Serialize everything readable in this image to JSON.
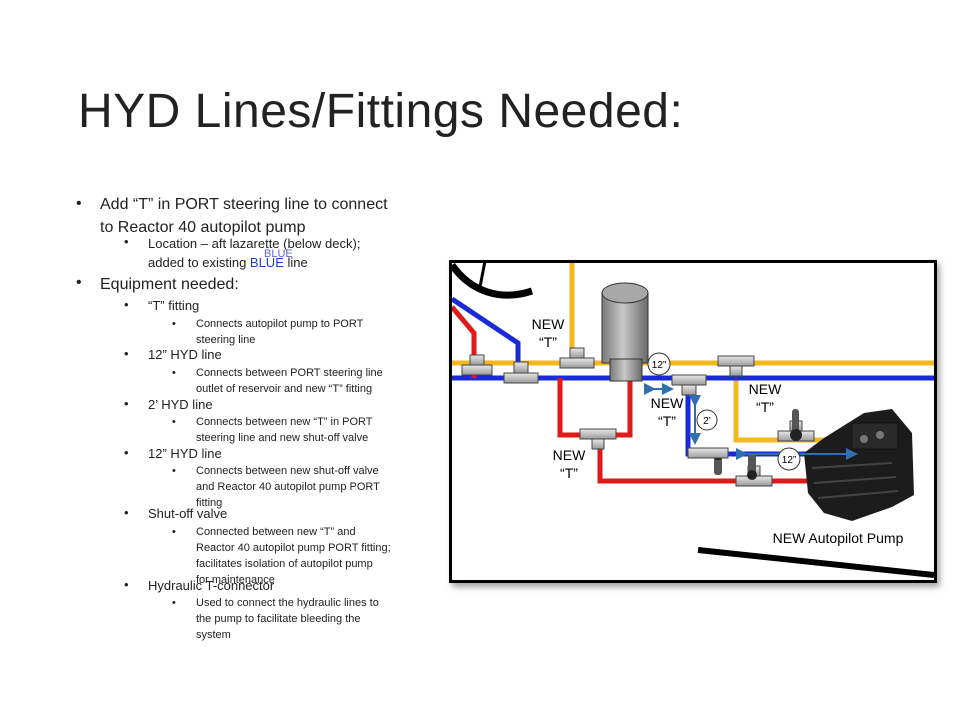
{
  "slide": {
    "title": "HYD Lines/Fittings Needed:"
  },
  "bullets": {
    "b1_line1": "Add “T” in PORT steering line to connect",
    "b1_line2": "to Reactor 40 autopilot pump",
    "b1_sub_line1": "Location – aft lazarette (below deck);",
    "b1_sub_line2_prefix": "added to existing ",
    "b1_sub_line2_blue": "BLUE",
    "b1_sub_line2_suffix": " line",
    "blue_ghost": "BLUE",
    "b2": "Equipment needed:",
    "items": [
      {
        "label": "“T” fitting",
        "desc": [
          "Connects autopilot pump to PORT",
          "steering line"
        ]
      },
      {
        "label": "12” HYD line",
        "desc": [
          "Connects between  PORT steering  line",
          "outlet of reservoir and new “T” fitting"
        ]
      },
      {
        "label": "2’ HYD line",
        "desc": [
          "Connects between  new “T” in PORT",
          "steering line and new shut-off valve"
        ]
      },
      {
        "label": "12” HYD line",
        "desc": [
          "Connects between  new shut-off valve",
          "and Reactor 40 autopilot pump PORT",
          "fitting"
        ]
      },
      {
        "label": "Shut-off  valve",
        "desc": [
          "Connected  between  new  “T”  and",
          "Reactor 40 autopilot pump PORT fitting;",
          "facilitates isolation of autopilot pump",
          "for maintenance"
        ]
      },
      {
        "label": "Hydraulic T-connector",
        "desc": [
          "Used to connect the hydraulic lines to",
          "the pump to facilitate bleeding the",
          "system"
        ]
      }
    ]
  },
  "diagram": {
    "new_t_labels": [
      "NEW",
      "“T”"
    ],
    "dim_12_top": "12”",
    "dim_2": "2’",
    "dim_12_bottom": "12”",
    "pump_label": "NEW Autopilot Pump",
    "colors": {
      "yellow": "#f2b81c",
      "blue": "#1a2ad8",
      "red": "#e01a1a",
      "dim_arrow": "#2f6fb0"
    }
  }
}
